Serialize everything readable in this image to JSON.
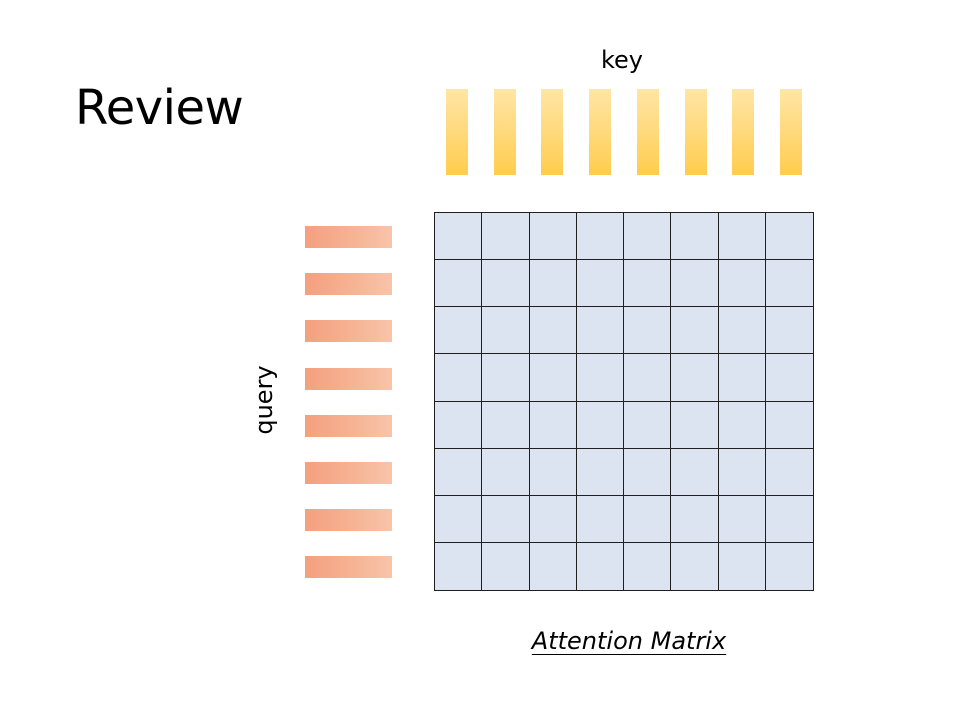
{
  "slide": {
    "title": "Review"
  },
  "diagram": {
    "key_label": "key",
    "query_label": "query",
    "caption": "Attention Matrix",
    "key_count": 8,
    "query_count": 8,
    "matrix_rows": 8,
    "matrix_cols": 8,
    "colors": {
      "key_bar": "#ffd877",
      "query_bar": "#f6b394",
      "matrix_cell": "#dce3f1",
      "grid_line": "#1f1f1f"
    }
  }
}
